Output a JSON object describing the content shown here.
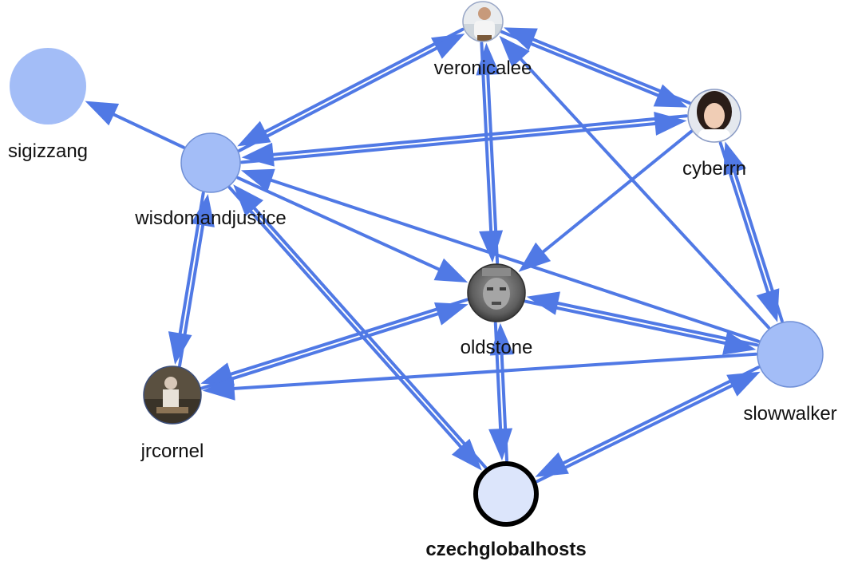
{
  "graph": {
    "colors": {
      "edge": "#5079e5",
      "node_fill": "#a3bdf7",
      "node_stroke": "#6f8fd6",
      "selected_fill": "#dce5fb",
      "selected_stroke": "#000000",
      "label": "#111111"
    },
    "nodes": [
      {
        "id": "veronicalee",
        "label": "veronicalee",
        "kind": "avatar",
        "icon": "person-photo-icon",
        "selected": false
      },
      {
        "id": "sigizzang",
        "label": "sigizzang",
        "kind": "circle",
        "icon": "",
        "selected": false
      },
      {
        "id": "wisdomandjustice",
        "label": "wisdomandjustice",
        "kind": "circle",
        "icon": "",
        "selected": false
      },
      {
        "id": "cyberrn",
        "label": "cyberrn",
        "kind": "avatar",
        "icon": "person-photo-icon",
        "selected": false
      },
      {
        "id": "oldstone",
        "label": "oldstone",
        "kind": "avatar",
        "icon": "stone-statue-photo-icon",
        "selected": false
      },
      {
        "id": "jrcornel",
        "label": "jrcornel",
        "kind": "avatar",
        "icon": "person-photo-icon",
        "selected": false
      },
      {
        "id": "slowwalker",
        "label": "slowwalker",
        "kind": "circle",
        "icon": "",
        "selected": false
      },
      {
        "id": "czechglobalhosts",
        "label": "czechglobalhosts",
        "kind": "circle",
        "icon": "",
        "selected": true
      }
    ],
    "edges": [
      {
        "from": "wisdomandjustice",
        "to": "sigizzang"
      },
      {
        "from": "wisdomandjustice",
        "to": "veronicalee"
      },
      {
        "from": "veronicalee",
        "to": "wisdomandjustice"
      },
      {
        "from": "wisdomandjustice",
        "to": "cyberrn"
      },
      {
        "from": "cyberrn",
        "to": "wisdomandjustice"
      },
      {
        "from": "wisdomandjustice",
        "to": "oldstone"
      },
      {
        "from": "slowwalker",
        "to": "wisdomandjustice"
      },
      {
        "from": "wisdomandjustice",
        "to": "jrcornel"
      },
      {
        "from": "jrcornel",
        "to": "wisdomandjustice"
      },
      {
        "from": "wisdomandjustice",
        "to": "czechglobalhosts"
      },
      {
        "from": "czechglobalhosts",
        "to": "wisdomandjustice"
      },
      {
        "from": "veronicalee",
        "to": "cyberrn"
      },
      {
        "from": "cyberrn",
        "to": "veronicalee"
      },
      {
        "from": "veronicalee",
        "to": "oldstone"
      },
      {
        "from": "oldstone",
        "to": "veronicalee"
      },
      {
        "from": "slowwalker",
        "to": "veronicalee"
      },
      {
        "from": "cyberrn",
        "to": "oldstone"
      },
      {
        "from": "cyberrn",
        "to": "slowwalker"
      },
      {
        "from": "slowwalker",
        "to": "cyberrn"
      },
      {
        "from": "oldstone",
        "to": "jrcornel"
      },
      {
        "from": "jrcornel",
        "to": "oldstone"
      },
      {
        "from": "slowwalker",
        "to": "oldstone"
      },
      {
        "from": "oldstone",
        "to": "slowwalker"
      },
      {
        "from": "slowwalker",
        "to": "jrcornel"
      },
      {
        "from": "oldstone",
        "to": "czechglobalhosts"
      },
      {
        "from": "czechglobalhosts",
        "to": "oldstone"
      },
      {
        "from": "slowwalker",
        "to": "czechglobalhosts"
      },
      {
        "from": "czechglobalhosts",
        "to": "slowwalker"
      }
    ]
  }
}
